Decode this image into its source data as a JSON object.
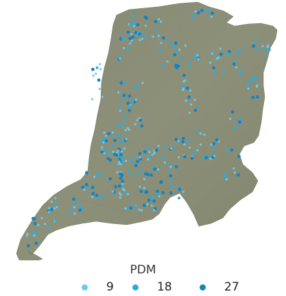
{
  "colors": {
    "background": "#ffffff",
    "land": "#8b8f77",
    "land_dark": "#7a7e66",
    "land_light": "#9da08a",
    "point_low": "#66cdf0",
    "point_mid": "#27ade0",
    "point_high": "#1283c5"
  },
  "map": {
    "points_note_hidden": ""
  },
  "legend": {
    "title": "PDM",
    "items": [
      {
        "label": "9",
        "color": "#66cdf0"
      },
      {
        "label": "18",
        "color": "#27ade0"
      },
      {
        "label": "27",
        "color": "#1283c5"
      }
    ]
  }
}
